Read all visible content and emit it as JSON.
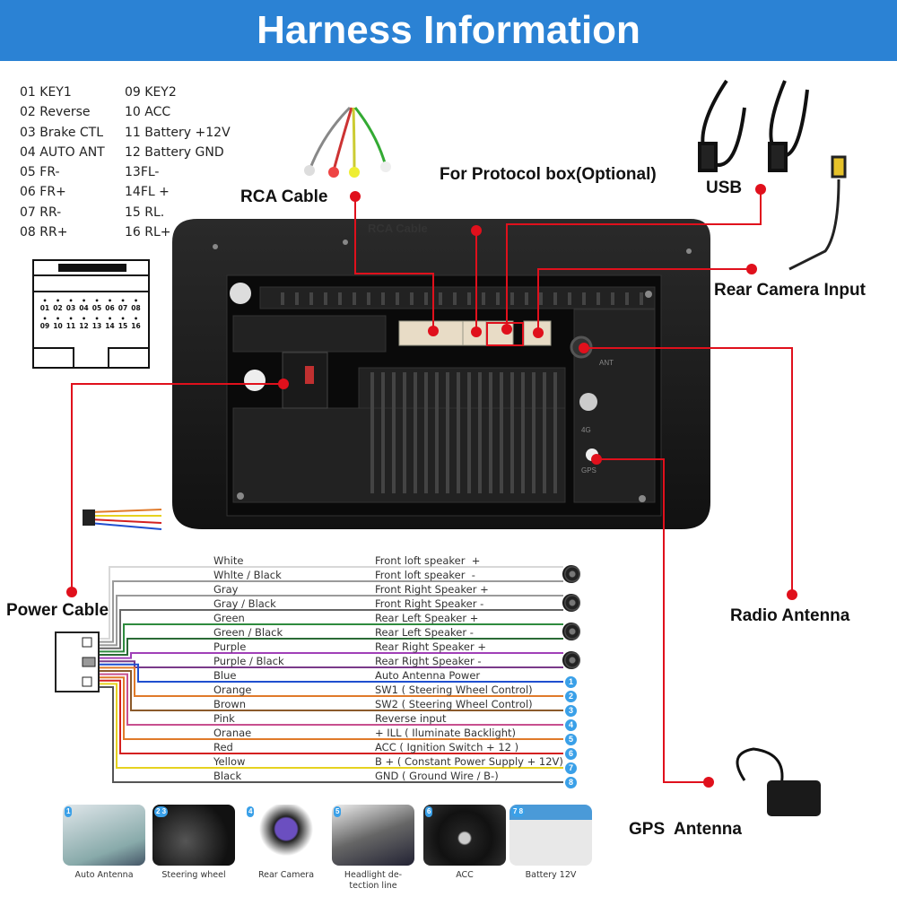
{
  "header": {
    "title": "Harness Information"
  },
  "pins": {
    "left": [
      "01 KEY1",
      "02 Reverse",
      "03 Brake CTL",
      "04 AUTO ANT",
      "05 FR-",
      "06 FR+",
      "07 RR-",
      "08 RR+"
    ],
    "right": [
      "09 KEY2",
      "10 ACC",
      "11 Battery +12V",
      "12 Battery GND",
      "13FL-",
      "14FL +",
      "15 RL.",
      "16 RL+"
    ]
  },
  "connector_diagram": {
    "row1": [
      "01",
      "02",
      "03",
      "04",
      "05",
      "06",
      "07",
      "08"
    ],
    "row2": [
      "09",
      "10",
      "11",
      "12",
      "13",
      "14",
      "15",
      "16"
    ]
  },
  "labels": {
    "rca": "RCA Cable",
    "rca_ghost": "RCA Cable",
    "protocol": "For Protocol box(Optional)",
    "usb": "USB",
    "rear_camera": "Rear Camera Input",
    "radio_antenna": "Radio Antenna",
    "gps": "GPS  Antenna",
    "power": "Power Cable",
    "ant": "ANT",
    "four_g": "4G",
    "gps_port": "GPS"
  },
  "wires": [
    {
      "color_name": "White",
      "function": "Front loft speaker  +",
      "color": "#d8d8d8"
    },
    {
      "color_name": "Whlte / Black",
      "function": "Front loft speaker  -",
      "color": "#9a9a9a"
    },
    {
      "color_name": "Gray",
      "function": "Front Right Speaker +",
      "color": "#9a9a9a"
    },
    {
      "color_name": "Gray / Black",
      "function": "Front Right Speaker -",
      "color": "#666666"
    },
    {
      "color_name": "Green",
      "function": "Rear Left Speaker +",
      "color": "#2e8b3e"
    },
    {
      "color_name": "Green / Black",
      "function": "Rear Left Speaker -",
      "color": "#2a6a35"
    },
    {
      "color_name": "Purple",
      "function": "Rear Right Speaker +",
      "color": "#a040b8"
    },
    {
      "color_name": "Purple / Black",
      "function": "Rear Right Speaker -",
      "color": "#7a3a8a"
    },
    {
      "color_name": "Blue",
      "function": "Auto Antenna Power",
      "color": "#1f4fcf",
      "num": "1"
    },
    {
      "color_name": "Orange",
      "function": "SW1 ( Steering Wheel Control)",
      "color": "#e07a2a",
      "num": "2"
    },
    {
      "color_name": "Brown",
      "function": "SW2 ( Steering Wheel Control)",
      "color": "#8b5a2b",
      "num": "3"
    },
    {
      "color_name": "Pink",
      "function": "Reverse input",
      "color": "#c8508f",
      "num": "4"
    },
    {
      "color_name": "Oranae",
      "function": "+ ILL ( Iluminate Backlight)",
      "color": "#e07a2a",
      "num": "5"
    },
    {
      "color_name": "Red",
      "function": "ACC ( Ignition Switch + 12 )",
      "color": "#d42020",
      "num": "6"
    },
    {
      "color_name": "Yellow",
      "function": "B + ( Constant Power Supply + 12V)",
      "color": "#e6d21f",
      "num": "7"
    },
    {
      "color_name": "Black",
      "function": "GND ( Ground Wire / B-)",
      "color": "#555555",
      "num": "8"
    }
  ],
  "thumbnails": [
    {
      "nums": "1",
      "caption": "Auto Antenna"
    },
    {
      "nums": "2 3",
      "caption": "Steering wheel"
    },
    {
      "nums": "4",
      "caption": "Rear Camera"
    },
    {
      "nums": "5",
      "caption": "Headlight de- tection line"
    },
    {
      "nums": "6",
      "caption": "ACC"
    },
    {
      "nums": "7 8",
      "caption": "Battery 12V"
    }
  ],
  "colors": {
    "accent": "#2b82d4",
    "callout": "#e0101c"
  }
}
